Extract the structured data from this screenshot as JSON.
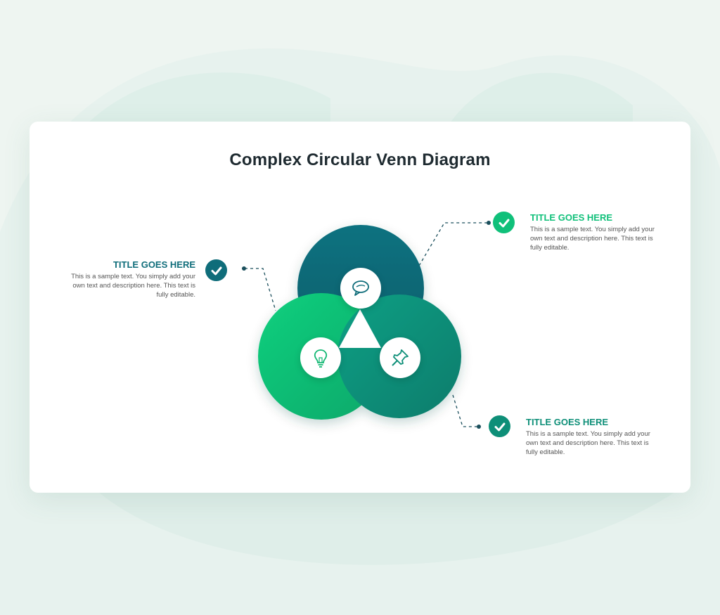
{
  "slide": {
    "title": "Complex Circular Venn Diagram"
  },
  "callouts": [
    {
      "title": "TITLE GOES HERE",
      "description": "This is a sample text. You simply add your own text and description here. This text is fully editable.",
      "color": "#0f6d7a"
    },
    {
      "title": "TITLE GOES HERE",
      "description": "This is a sample text. You simply add your own text and description here. This text is fully editable.",
      "color": "#10c07a"
    },
    {
      "title": "TITLE GOES HERE",
      "description": "This is a sample text. You simply add your own text and description here. This text is fully editable.",
      "color": "#0e8f78"
    }
  ],
  "circles": [
    {
      "icon": "speech-bubble-icon",
      "color": "#0f6d7a"
    },
    {
      "icon": "lightbulb-icon",
      "color": "#12c878"
    },
    {
      "icon": "pushpin-icon",
      "color": "#0e8f78"
    }
  ],
  "check_icon": "check-icon"
}
